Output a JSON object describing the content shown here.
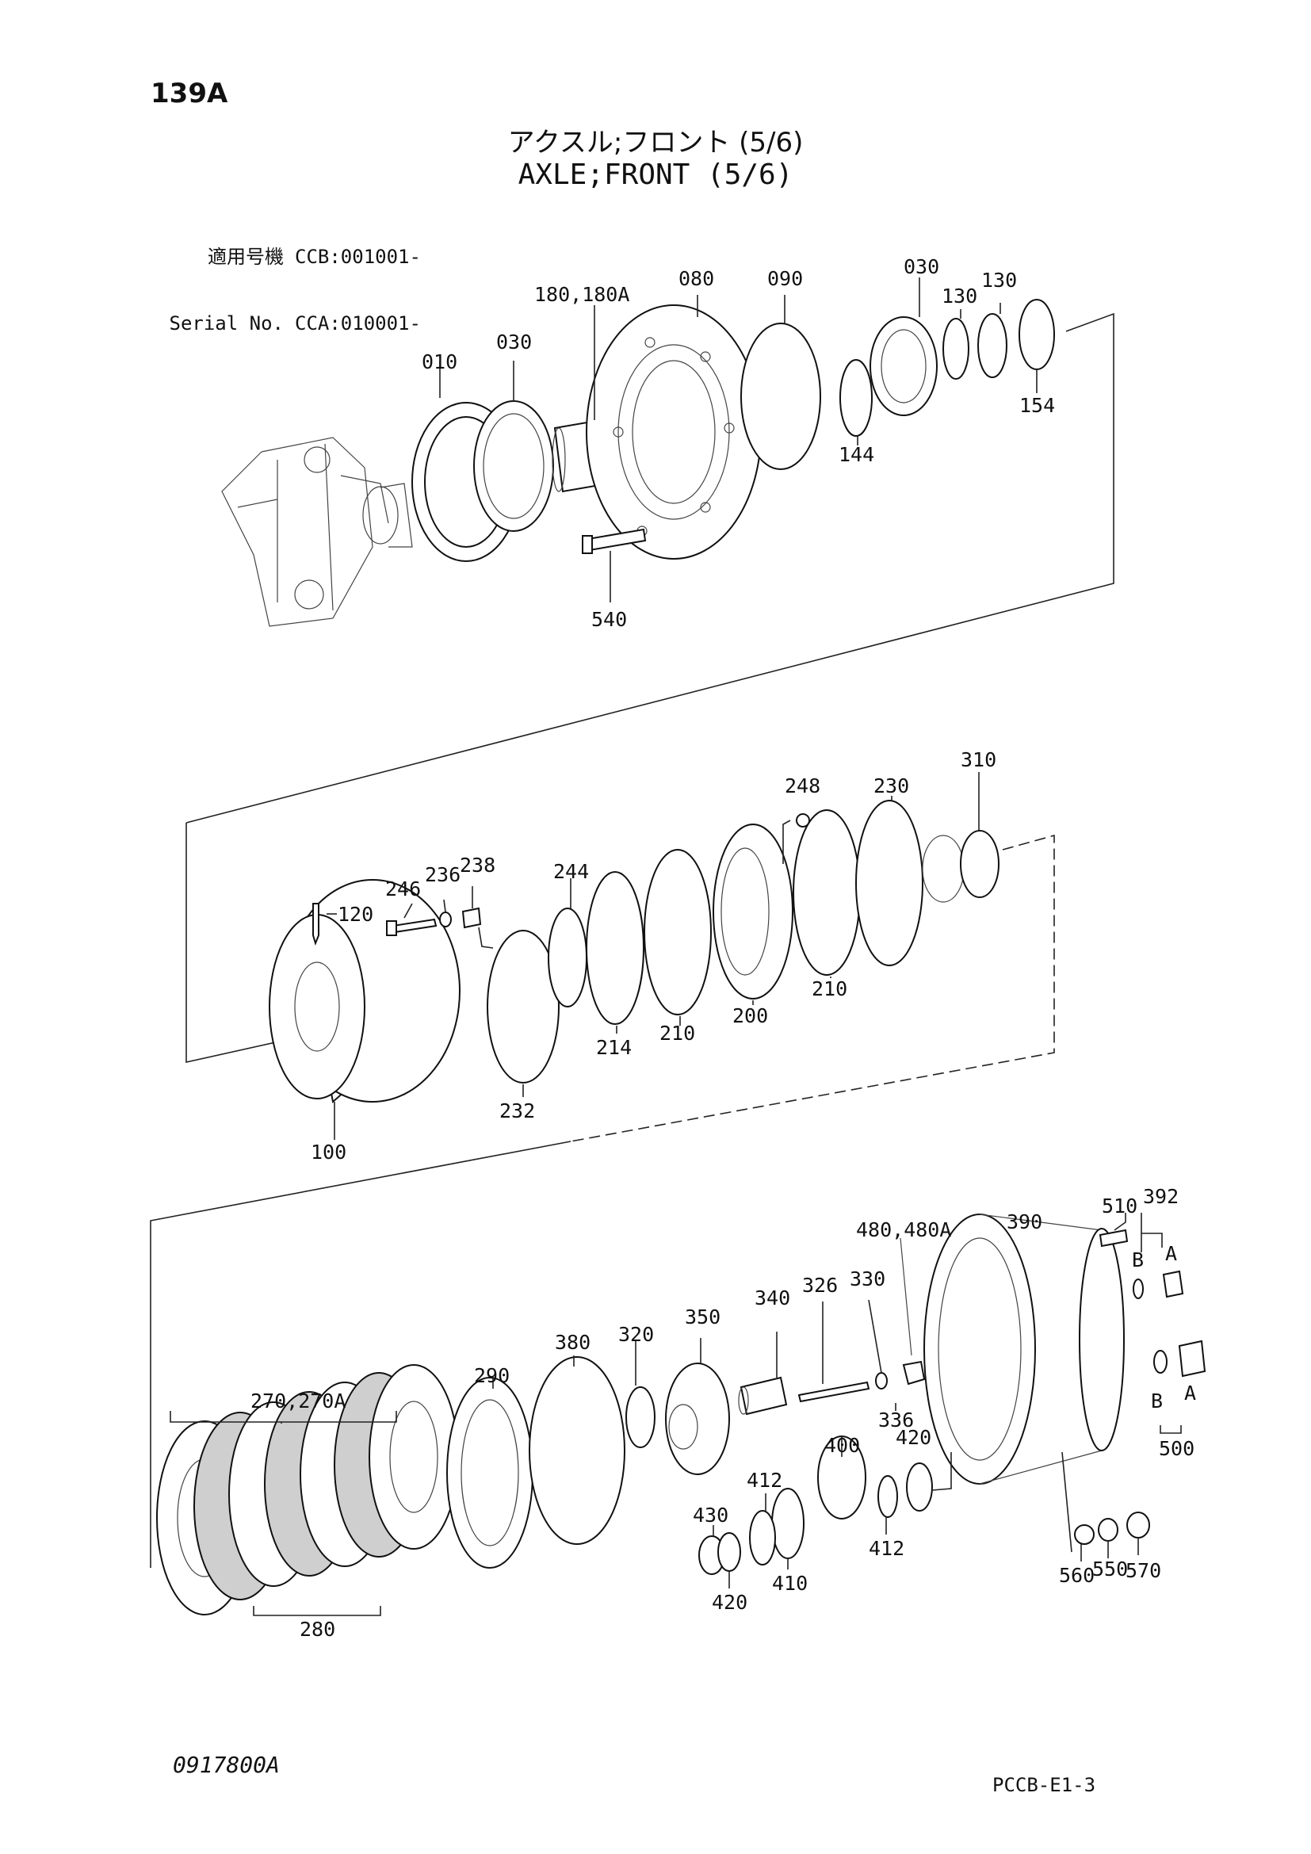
{
  "header": {
    "page_number": "139A",
    "title_jp": "アクスル;フロント (5/6)",
    "title_en": "AXLE;FRONT (5/6)",
    "serial_label_jp": "適用号機",
    "serial_label_en": "Serial No.",
    "serial_value_1": "CCB:001001-",
    "serial_value_2": "CCA:010001-"
  },
  "footer": {
    "doc_number": "0917800A",
    "page_code": "PCCB-E1-3"
  },
  "callouts": {
    "c010": "010",
    "c030a": "030",
    "c180": "180,180A",
    "c080": "080",
    "c090": "090",
    "c030b": "030",
    "c130a": "130",
    "c130b": "130",
    "c154": "154",
    "c144": "144",
    "c540": "540",
    "c248": "248",
    "c230": "230",
    "c310": "310",
    "c246": "246",
    "c236": "236",
    "c238": "238",
    "c244": "244",
    "c120": "120",
    "c232": "232",
    "c214": "214",
    "c210a": "210",
    "c200": "200",
    "c210b": "210",
    "c100": "100",
    "c392": "392",
    "c510": "510",
    "c390": "390",
    "c480": "480,480A",
    "c326": "326",
    "c330": "330",
    "c340": "340",
    "c350": "350",
    "c320": "320",
    "c380": "380",
    "c290": "290",
    "c270": "270,270A",
    "c336": "336",
    "c400": "400",
    "c420a": "420",
    "c430": "430",
    "c412a": "412",
    "c412b": "412",
    "c410": "410",
    "c420b": "420",
    "c280": "280",
    "c500": "500",
    "c560": "560",
    "c550": "550",
    "c570": "570",
    "cB1": "B",
    "cA1": "A",
    "cB2": "B",
    "cA2": "A"
  }
}
